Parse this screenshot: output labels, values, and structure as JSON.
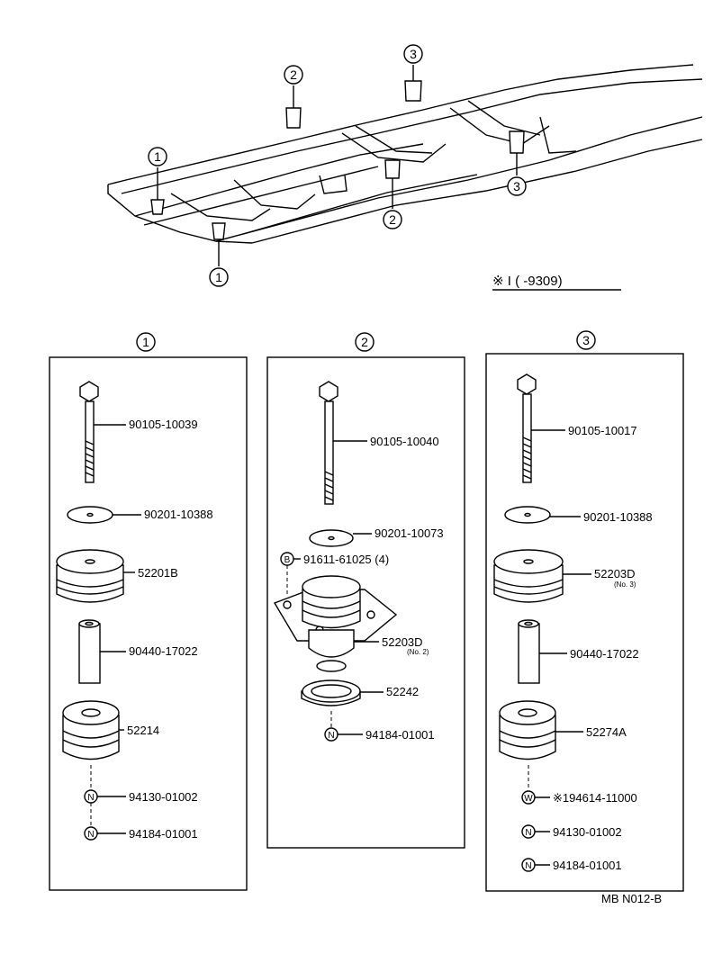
{
  "frame_callouts": {
    "c1a": "1",
    "c1b": "1",
    "c2a": "2",
    "c2b": "2",
    "c3a": "3",
    "c3b": "3"
  },
  "remark": "※ I (      -9309)",
  "panels": [
    {
      "number": "1",
      "parts": [
        {
          "label": "90105-10039"
        },
        {
          "label": "90201-10388"
        },
        {
          "label": "52201B"
        },
        {
          "label": "90440-17022"
        },
        {
          "label": "52214"
        },
        {
          "label": "94130-01002",
          "badge": "N"
        },
        {
          "label": "94184-01001",
          "badge": "N"
        }
      ]
    },
    {
      "number": "2",
      "parts": [
        {
          "label": "90105-10040"
        },
        {
          "label": "90201-10073"
        },
        {
          "label": "91611-61025 (4)",
          "badge": "B"
        },
        {
          "label": "52203D",
          "sub": "(No. 2)"
        },
        {
          "label": "52242"
        },
        {
          "label": "94184-01001",
          "badge": "N"
        }
      ]
    },
    {
      "number": "3",
      "parts": [
        {
          "label": "90105-10017"
        },
        {
          "label": "90201-10388"
        },
        {
          "label": "52203D",
          "sub": "(No. 3)"
        },
        {
          "label": "90440-17022"
        },
        {
          "label": "52274A"
        },
        {
          "label": "※194614-11000",
          "badge": "W"
        },
        {
          "label": "94130-01002",
          "badge": "N"
        },
        {
          "label": "94184-01001",
          "badge": "N"
        }
      ]
    }
  ],
  "footer_code": "MB N012-B"
}
